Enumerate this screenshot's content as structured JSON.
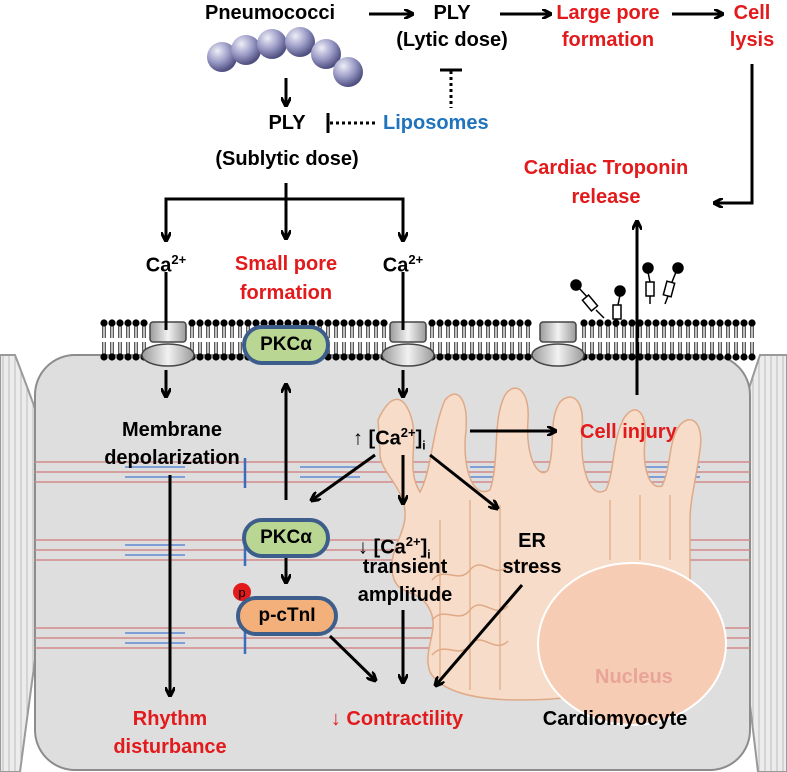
{
  "top": {
    "pneumococci": "Pneumococci",
    "ply_lytic": "PLY",
    "lytic_dose": "(Lytic dose)",
    "large_pore": "Large pore",
    "large_pore_2": "formation",
    "cell": "Cell",
    "cell_2": "lysis",
    "ply_sublytic": "PLY",
    "sublytic_dose": "(Sublytic dose)",
    "liposomes": "Liposomes",
    "troponin": "Cardiac Troponin",
    "troponin_2": "release"
  },
  "membrane": {
    "ca_left": "Ca",
    "ca_left_sup": "2+",
    "small_pore": "Small pore",
    "small_pore_2": "formation",
    "ca_right": "Ca",
    "ca_right_sup": "2+",
    "pkc_membrane": "PKCα"
  },
  "cell": {
    "membrane_depol": "Membrane",
    "membrane_depol_2": "depolarization",
    "ca_i_up": "↑ [Ca",
    "ca_i_up_sup": "2+",
    "ca_i_up_close": "]",
    "ca_i_up_sub": "i",
    "cell_injury": "Cell injury",
    "pkc_cyto": "PKCα",
    "phospho": "p",
    "pctni": "p-cTnI",
    "ca_i_down": "↓ [Ca",
    "ca_i_down_sup": "2+",
    "ca_i_down_close": "]",
    "ca_i_down_sub": "i",
    "transient": "transient",
    "amplitude": "amplitude",
    "er": "ER",
    "er_2": "stress",
    "nucleus": "Nucleus",
    "rhythm": "Rhythm",
    "rhythm_2": "disturbance",
    "contractility": "↓ Contractility",
    "cardiomyocyte": "Cardiomyocyte"
  },
  "colors": {
    "red": "#e31a1c",
    "blue": "#1f74bd",
    "pkc_fill": "#b9d693",
    "pctni_fill": "#f3b07a",
    "pill_border": "#3d5d8a",
    "cell_fill": "#dcdcdc",
    "er_fill": "#f6d6c1",
    "nucleus_fill": "#f4cbb2"
  },
  "icons": [
    "bacteria-chain-icon",
    "phospholipid-icon",
    "ion-channel-icon",
    "phospho-marker-icon"
  ]
}
